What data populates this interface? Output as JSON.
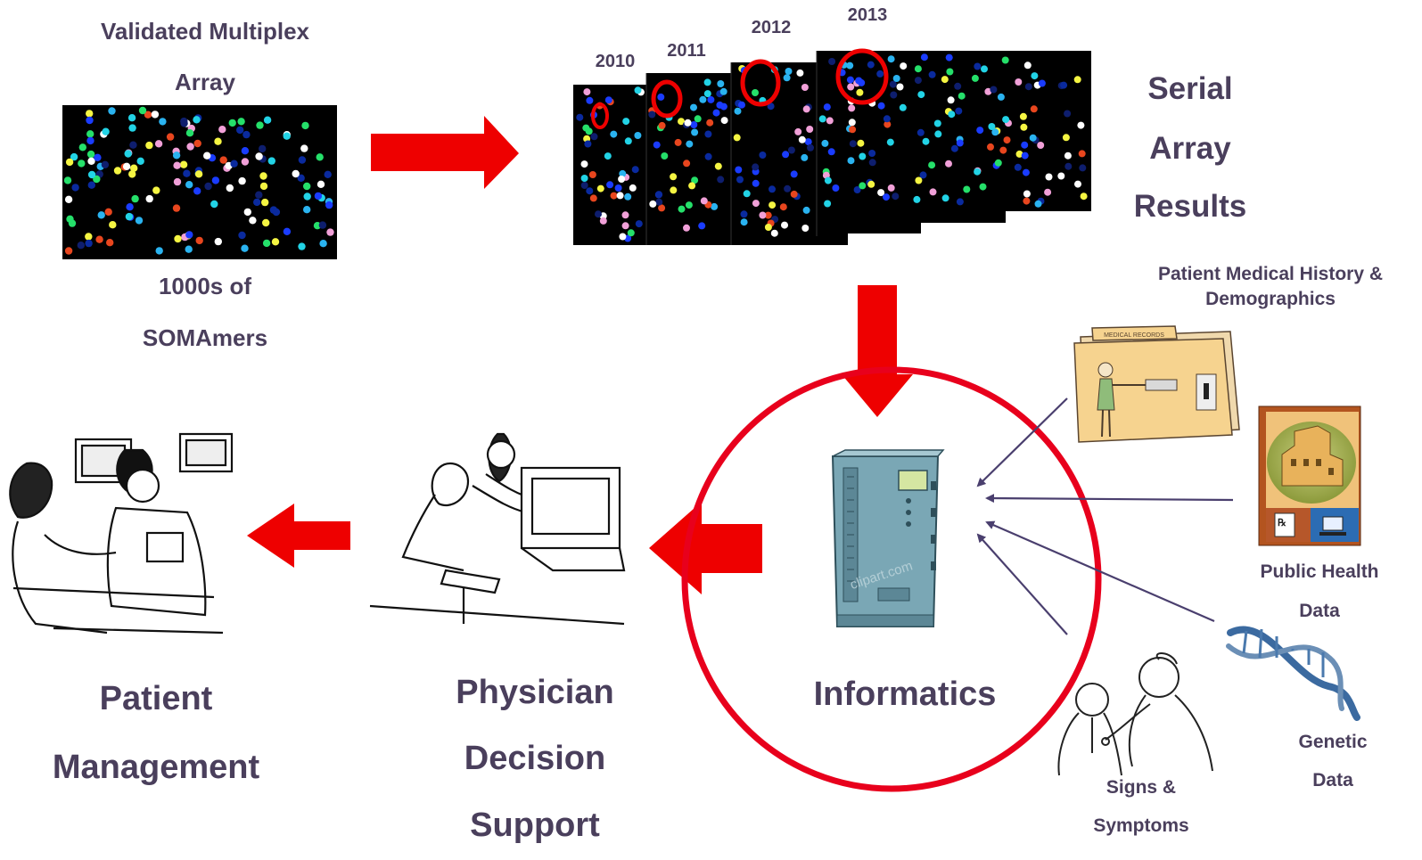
{
  "validated_array": {
    "line1": "Validated Multiplex",
    "line2": "Array"
  },
  "somamers": {
    "line1": "1000s of",
    "line2": "SOMAmers"
  },
  "years": [
    "2010",
    "2011",
    "2012",
    "2013"
  ],
  "serial_results": {
    "line1": "Serial",
    "line2": "Array",
    "line3": "Results"
  },
  "informatics": {
    "label": "Informatics",
    "watermark": "clipart.com"
  },
  "medical_history": {
    "line1": "Patient Medical History &",
    "line2": "Demographics",
    "folder_tab": "MEDICAL RECORDS"
  },
  "public_health": {
    "line1": "Public Health",
    "line2": "Data"
  },
  "genetic": {
    "line1": "Genetic",
    "line2": "Data"
  },
  "signs": {
    "line1": "Signs &",
    "line2": "Symptoms"
  },
  "physician": {
    "line1": "Physician",
    "line2": "Decision",
    "line3": "Support"
  },
  "patient": {
    "line1": "Patient",
    "line2": "Management"
  },
  "colors": {
    "arrow_red": "#ee0000",
    "circle_red": "#e8001c",
    "label_text": "#4a3f5c",
    "server_fill": "#7aa7b5",
    "connector": "#4a3f6e"
  },
  "icons": [
    "medical-records-folder-icon",
    "public-health-building-icon",
    "dna-helix-icon",
    "doctor-exam-icon",
    "server-tower-icon",
    "physicians-at-computer-icon",
    "doctor-patient-consultation-icon"
  ]
}
